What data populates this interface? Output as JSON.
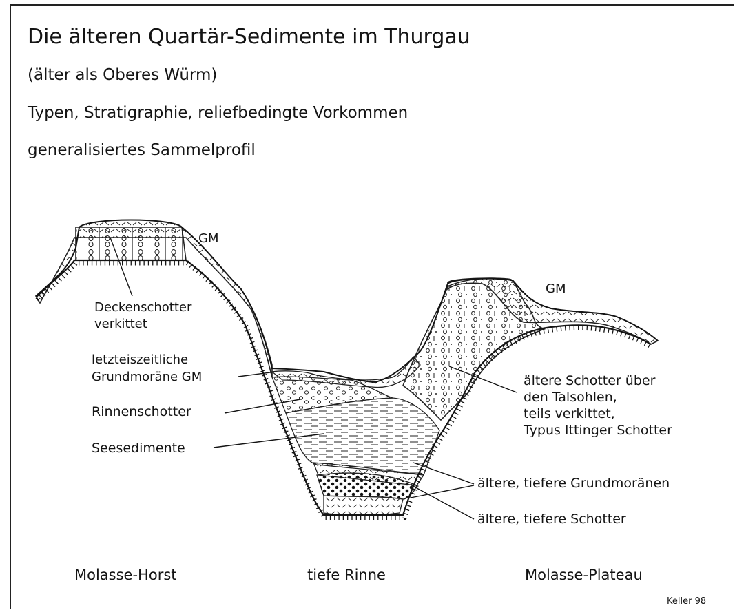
{
  "header": {
    "title": "Die älteren Quartär-Sedimente im Thurgau",
    "subtitle_1": "(älter als Oberes Würm)",
    "subtitle_2": "Typen, Stratigraphie, reliefbedingte Vorkommen",
    "subtitle_3": "generalisiertes Sammelprofil"
  },
  "labels": {
    "gm_left": "GM",
    "gm_right": "GM",
    "deckenschotter_1": "Deckenschotter",
    "deckenschotter_2": "verkittet",
    "grundmoraene_1": "letzteiszeitliche",
    "grundmoraene_2": "Grundmoräne GM",
    "rinnenschotter": "Rinnenschotter",
    "seesedimente": "Seesedimente",
    "aeltere_schotter_1": "ältere Schotter über",
    "aeltere_schotter_2": "den Talsohlen,",
    "aeltere_schotter_3": "teils verkittet,",
    "aeltere_schotter_4": "Typus Ittinger Schotter",
    "tiefere_grundmoraenen": "ältere, tiefere Grundmoränen",
    "tiefere_schotter": "ältere, tiefere Schotter"
  },
  "footer": {
    "molasse_horst": "Molasse-Horst",
    "tiefe_rinne": "tiefe Rinne",
    "molasse_plateau": "Molasse-Plateau",
    "credit": "Keller 98"
  }
}
